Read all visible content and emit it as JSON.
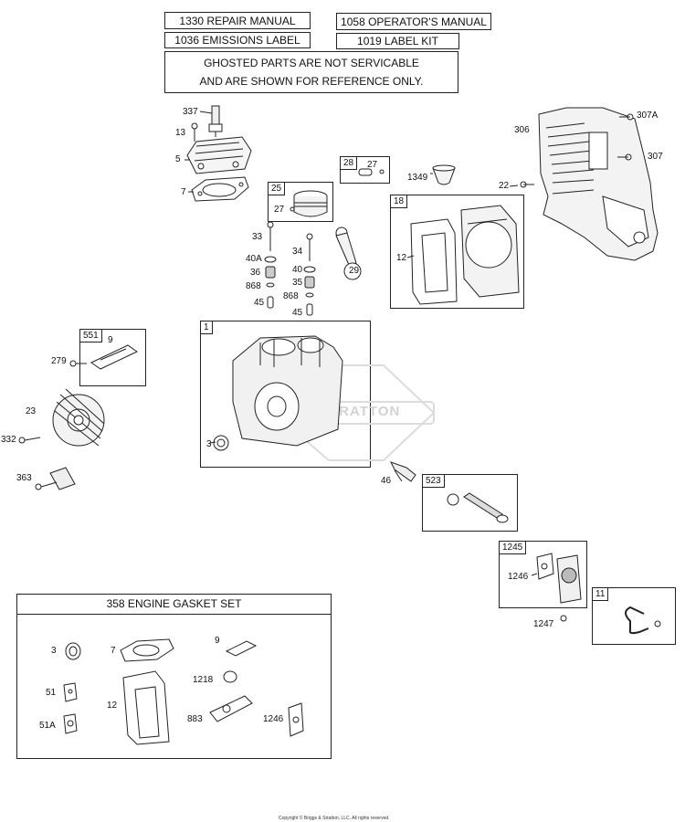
{
  "header": {
    "repair_manual": "1330 REPAIR MANUAL",
    "operators_manual": "1058 OPERATOR'S MANUAL",
    "emissions_label": "1036 EMISSIONS LABEL",
    "label_kit": "1019 LABEL KIT",
    "notice_line1": "GHOSTED PARTS ARE NOT SERVICABLE",
    "notice_line2": "AND ARE SHOWN FOR REFERENCE ONLY."
  },
  "boxes": {
    "piston": "25",
    "pin": "28",
    "covers": "18",
    "crankcase": "1",
    "head_gasket_kit": "551",
    "sensor_kit": "523",
    "breather_kit": "1245",
    "hose": "11",
    "gasket_set_title": "358   ENGINE GASKET SET"
  },
  "callouts": {
    "c337": "337",
    "c13": "13",
    "c5": "5",
    "c7": "7",
    "c25_27": "27",
    "c28_27": "27",
    "c1349": "1349",
    "c306": "306",
    "c307a": "307A",
    "c307": "307",
    "c22": "22",
    "c33": "33",
    "c40a": "40A",
    "c36": "36",
    "c868a": "868",
    "c45a": "45",
    "c34": "34",
    "c40": "40",
    "c35": "35",
    "c868b": "868",
    "c45b": "45",
    "c29": "29",
    "c12": "12",
    "c3": "3",
    "c279": "279",
    "c9": "9",
    "c23": "23",
    "c332": "332",
    "c363": "363",
    "c46": "46",
    "c1246": "1246",
    "c1247": "1247",
    "g3": "3",
    "g7": "7",
    "g9": "9",
    "g1218": "1218",
    "g51": "51",
    "g12": "12",
    "g51a": "51A",
    "g883": "883",
    "g1246": "1246"
  },
  "watermark": "STRATTON",
  "copyright": "Copyright © Briggs & Stratton, LLC. All rights reserved."
}
